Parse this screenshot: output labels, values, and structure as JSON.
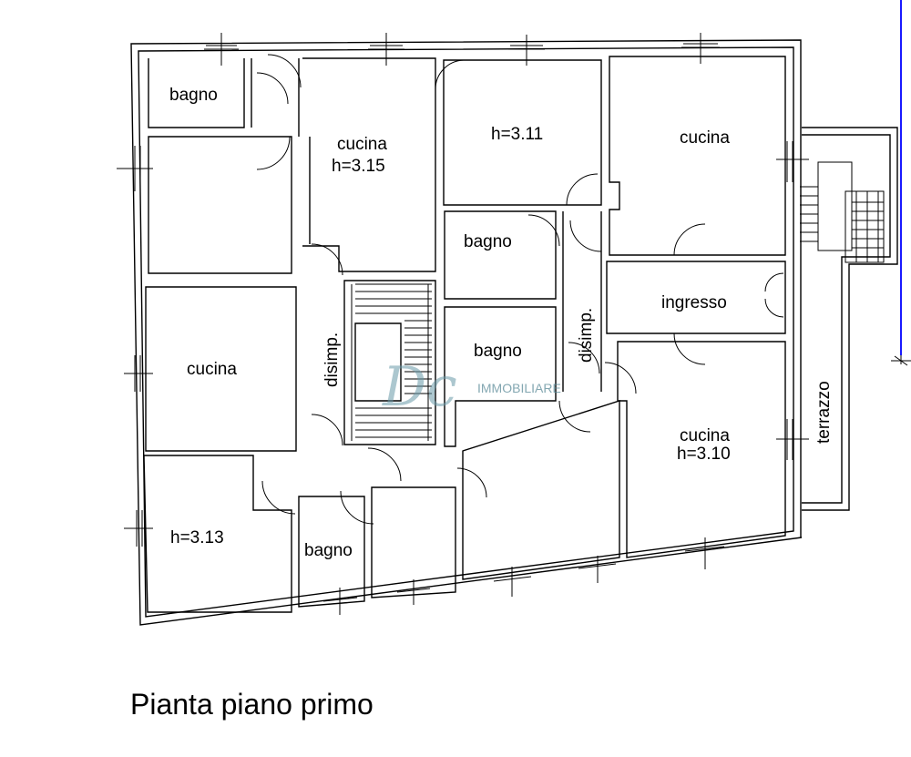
{
  "plan": {
    "title": "Pianta piano primo",
    "watermark": {
      "brand": "Dc",
      "text": "IMMOBILIARE"
    },
    "rooms": {
      "bagno_tl": "bagno",
      "cucina_top_line1": "cucina",
      "cucina_top_line2": "h=3.15",
      "room_h311": "h=3.11",
      "cucina_tr": "cucina",
      "bagno_center_upper": "bagno",
      "cucina_left": "cucina",
      "disimp_left": "disimp.",
      "bagno_center_lower": "bagno",
      "disimp_right": "disimp.",
      "ingresso": "ingresso",
      "cucina_br_line1": "cucina",
      "cucina_br_line2": "h=3.10",
      "room_h313": "h=3.13",
      "bagno_bottom": "bagno",
      "terrazzo": "terrazzo"
    },
    "colors": {
      "wall": "#000000",
      "accent_line": "#1a1aff",
      "watermark": "#6a9aa8"
    }
  }
}
